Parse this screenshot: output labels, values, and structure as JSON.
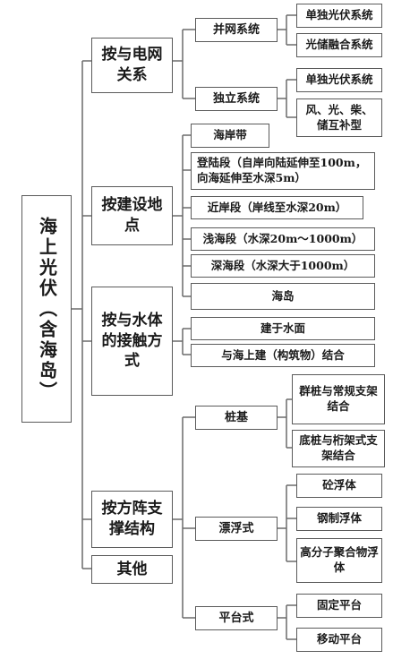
{
  "root": "海上光伏（含海岛）",
  "grid_connection": {
    "label": "按与电网关系",
    "grid_tied": {
      "label": "并网系统",
      "items": [
        "单独光伏系统",
        "光储融合系统"
      ]
    },
    "standalone": {
      "label": "独立系统",
      "items": [
        "单独光伏系统",
        "风、光、柴、储互补型"
      ]
    }
  },
  "location": {
    "label": "按建设地点",
    "items": [
      "海岸带",
      "登陆段（自岸向陆延伸至100m，向海延伸至水深5m）",
      "近岸段（岸线至水深20m）",
      "浅海段（水深20m～1000m）",
      "深海段（水深大于1000m）",
      "海岛"
    ]
  },
  "water_contact": {
    "label": "按与水体的接触方式",
    "items": [
      "建于水面",
      "与海上建（构筑物）结合"
    ]
  },
  "array_support": {
    "label": "按方阵支撑结构",
    "pile": {
      "label": "桩基",
      "items": [
        "群桩与常规支架结合",
        "底桩与桁架式支架结合"
      ]
    },
    "floating": {
      "label": "漂浮式",
      "items": [
        "砼浮体",
        "钢制浮体",
        "高分子聚合物浮体"
      ]
    },
    "platform": {
      "label": "平台式",
      "items": [
        "固定平台",
        "移动平台"
      ]
    }
  },
  "other": {
    "label": "其他"
  }
}
